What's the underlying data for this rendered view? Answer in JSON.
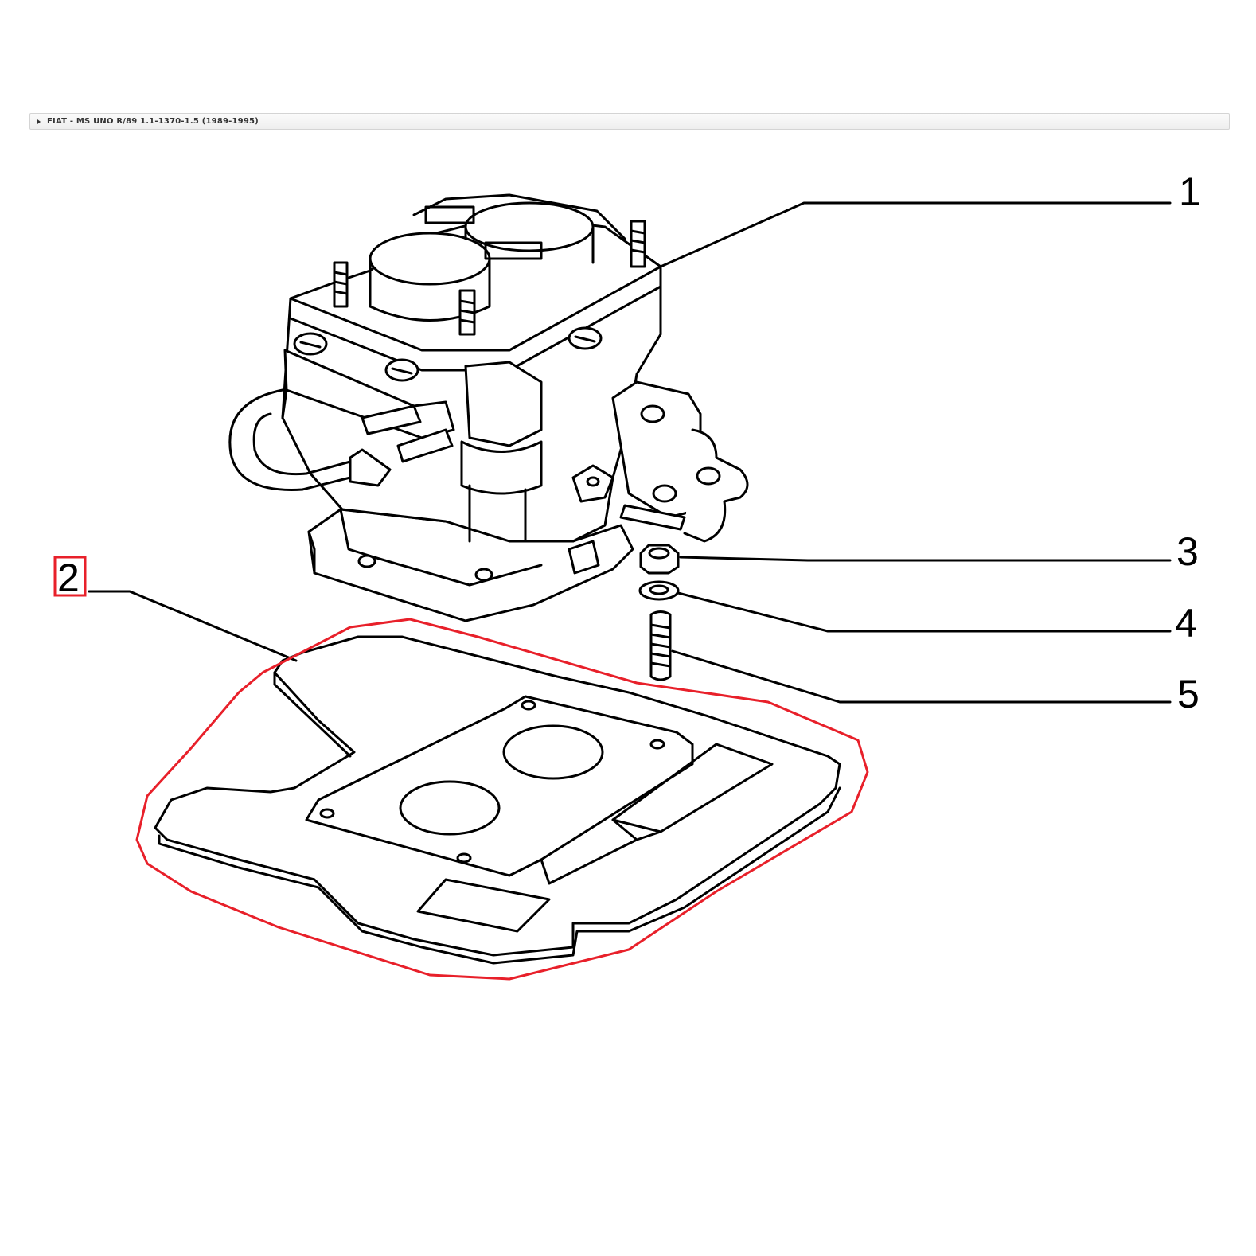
{
  "breadcrumb": {
    "text": "FIAT - MS UNO R/89 1.1-1370-1.5 (1989-1995)"
  },
  "callouts": [
    {
      "id": "1",
      "label": "1"
    },
    {
      "id": "2",
      "label": "2",
      "highlighted": true
    },
    {
      "id": "3",
      "label": "3"
    },
    {
      "id": "4",
      "label": "4"
    },
    {
      "id": "5",
      "label": "5"
    }
  ],
  "highlight_color": "#e8202a"
}
